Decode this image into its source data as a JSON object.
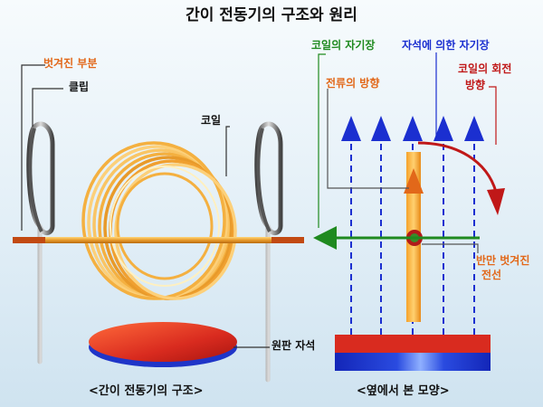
{
  "title": "간이 전동기의 구조와 원리",
  "labels": {
    "bent_part": "벗겨진 부분",
    "clip": "클립",
    "coil": "코일",
    "disk_magnet": "원판 자석",
    "coil_field": "코일의 자기장",
    "current_dir": "전류의 방향",
    "magnet_field": "자석에 의한 자기장",
    "coil_rotation_1": "코일의 회전",
    "coil_rotation_2": "방향",
    "half_stripped_1": "반만 벗겨진",
    "half_stripped_2": "전선"
  },
  "captions": {
    "left": "<간이 전동기의 구조>",
    "right": "<옆에서 본 모양>"
  },
  "colors": {
    "orange_label": "#e2681a",
    "green_label": "#1f8a1f",
    "blue_label": "#1b2fd0",
    "red_label": "#c01818",
    "coil": "#f4b040",
    "magnet_red": "#d92b1f",
    "magnet_blue": "#1f35c8"
  }
}
